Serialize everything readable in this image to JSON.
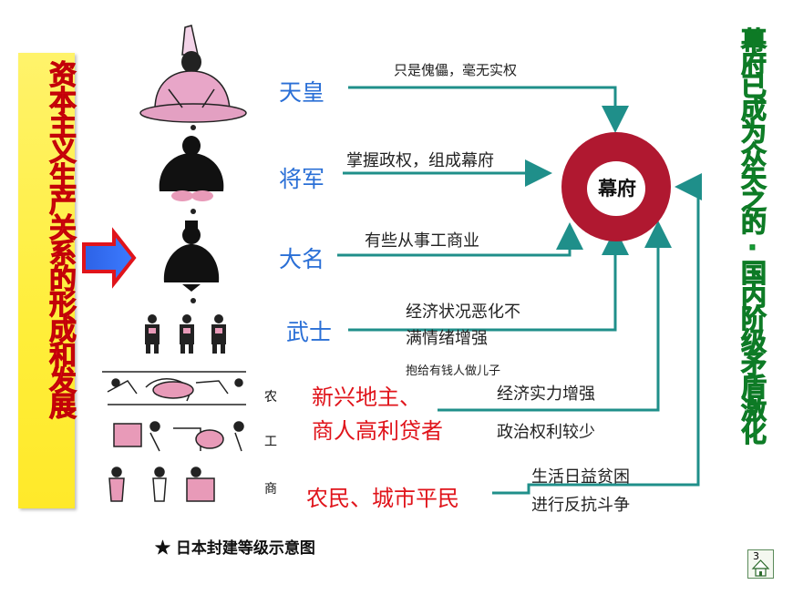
{
  "left_banner": "资本主义生产关系的形成和发展",
  "right_banner": "幕府已成为众矢之的·国内阶级矛盾激化",
  "center_label": "幕府",
  "ranks": {
    "emperor": "天皇",
    "shogun": "将军",
    "daimyo": "大名",
    "samurai": "武士"
  },
  "notes": {
    "emperor": "只是傀儡，毫无实权",
    "shogun": "掌握政权，组成幕府",
    "daimyo": "有些从事工商业",
    "samurai_line1": "经济状况恶化不",
    "samurai_line2": "满情绪增强",
    "samurai_extra": "抱给有钱人做儿子",
    "merchant_1": "经济实力增强",
    "merchant_2": "政治权利较少",
    "peasant_1": "生活日益贫困",
    "peasant_2": "进行反抗斗争"
  },
  "groups": {
    "new_line1": "新兴地主、",
    "new_line2": "商人高利贷者",
    "commoners": "农民、城市平民"
  },
  "figure_column": [
    "农",
    "工",
    "商"
  ],
  "caption": "★ 日本封建等级示意图",
  "page_number": "3",
  "colors": {
    "arrow_teal": "#1f8f8a",
    "ring": "#b01830",
    "rank_blue": "#2a6fd6",
    "group_red": "#e0141b",
    "banner_yellow": "#ffee3a",
    "banner_green": "#14a135"
  }
}
